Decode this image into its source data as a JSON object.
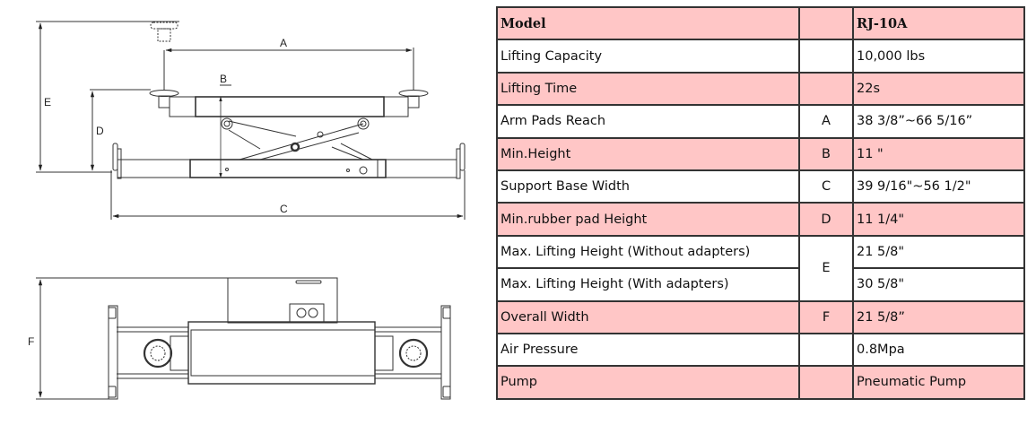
{
  "diagram": {
    "side_view_labels": {
      "A": "A",
      "B": "B",
      "C": "C",
      "D": "D",
      "E": "E"
    },
    "top_view_labels": {
      "F": "F"
    }
  },
  "table": {
    "colors": {
      "pink": "#ffc6c6",
      "white": "#ffffff",
      "border": "#333333"
    },
    "header": {
      "label": "Model",
      "code": "",
      "value": "RJ-10A"
    },
    "rows": [
      {
        "label": "Lifting Capacity",
        "code": "",
        "value": "10,000 lbs",
        "shade": "white"
      },
      {
        "label": "Lifting Time",
        "code": "",
        "value": "22s",
        "shade": "pink"
      },
      {
        "label": "Arm Pads Reach",
        "code": "A",
        "value": "38 3/8”~66 5/16”",
        "shade": "white"
      },
      {
        "label": "Min.Height",
        "code": "B",
        "value": "11 \"",
        "shade": "pink"
      },
      {
        "label": "Support Base Width",
        "code": "C",
        "value": "39 9/16\"~56 1/2\"",
        "shade": "white"
      },
      {
        "label": "Min.rubber pad Height",
        "code": "D",
        "value": "11 1/4\"",
        "shade": "pink"
      },
      {
        "label": "Max. Lifting Height  (Without adapters)",
        "code": "E",
        "value": "21 5/8\"",
        "shade": "white"
      },
      {
        "label": "Max. Lifting Height (With adapters)",
        "code": "E",
        "value": "30 5/8\"",
        "shade": "white"
      },
      {
        "label": "Overall Width",
        "code": "F",
        "value": "21 5/8”",
        "shade": "pink"
      },
      {
        "label": "Air Pressure",
        "code": "",
        "value": "0.8Mpa",
        "shade": "white"
      },
      {
        "label": "Pump",
        "code": "",
        "value": "Pneumatic Pump",
        "shade": "pink"
      }
    ]
  }
}
